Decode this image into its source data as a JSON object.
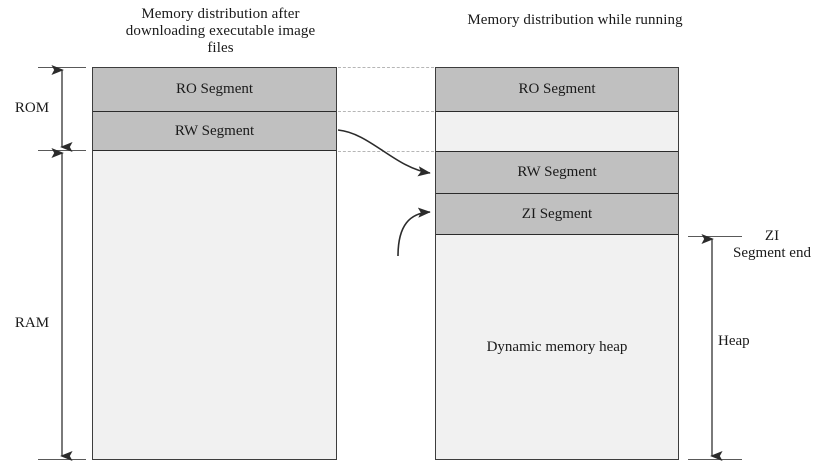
{
  "figure": {
    "left_panel": {
      "title": "Memory distribution after downloading executable image files",
      "segments": [
        {
          "label": "RO Segment",
          "fill": "#c0c0c0"
        },
        {
          "label": "RW Segment",
          "fill": "#c0c0c0"
        },
        {
          "label": "",
          "fill": "#f1f1f1"
        }
      ]
    },
    "right_panel": {
      "title": "Memory distribution while running",
      "segments": [
        {
          "label": "RO Segment",
          "fill": "#c0c0c0"
        },
        {
          "label": "",
          "fill": "#f1f1f1"
        },
        {
          "label": "RW Segment",
          "fill": "#c0c0c0"
        },
        {
          "label": "ZI Segment",
          "fill": "#c0c0c0"
        },
        {
          "label": "Dynamic memory heap",
          "fill": "#f1f1f1"
        }
      ]
    },
    "left_axis": {
      "rom_label": "ROM",
      "ram_label": "RAM"
    },
    "right_axis": {
      "zi_end_label": "ZI\nSegment end",
      "zi_end_line1": "ZI",
      "zi_end_line2": "Segment end",
      "heap_label": "Heap"
    },
    "colors": {
      "segment_fill": "#c0c0c0",
      "empty_fill": "#f1f1f1",
      "border": "#2b2b2b",
      "guide_line": "#b6b6b6",
      "arrow": "#2b2b2b",
      "axis": "#595959",
      "background": "#ffffff"
    }
  }
}
